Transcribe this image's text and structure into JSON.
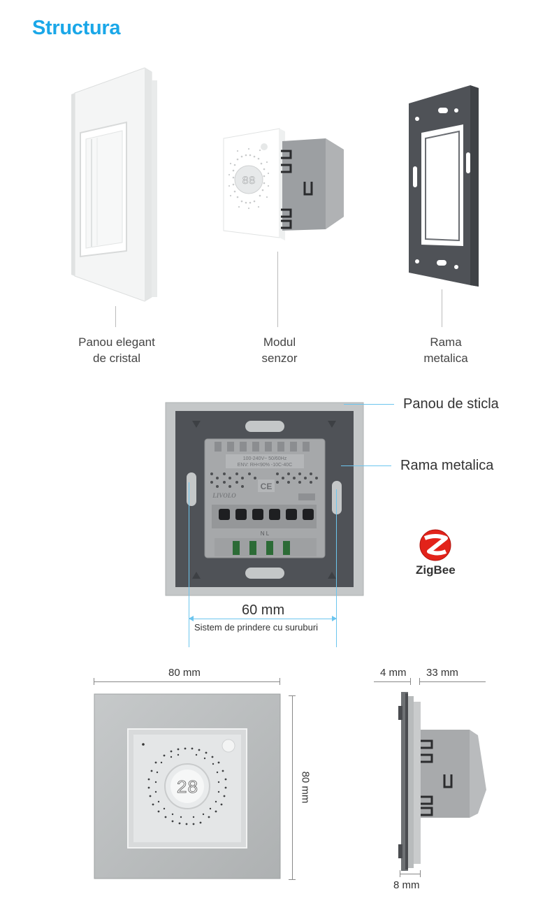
{
  "header": {
    "title": "Structura"
  },
  "structure": {
    "items": [
      {
        "line1": "Panou elegant",
        "line2": "de cristal"
      },
      {
        "line1": "Modul",
        "line2": "senzor"
      },
      {
        "line1": "Rama",
        "line2": "metalica"
      }
    ]
  },
  "back_view": {
    "label_glass": "Panou de sticla",
    "label_frame": "Rama metalica",
    "width_dim": "60 mm",
    "mount_caption": "Sistem de prindere cu suruburi",
    "device_text": {
      "line1": "100-240V~ 50/60Hz",
      "line2": "ENV: RH<90% -10C-40C",
      "brand": "LIVOLO",
      "ce": "CE",
      "terminals": "N    L"
    }
  },
  "logo": {
    "brand": "ZigBee"
  },
  "dimensions": {
    "front_width": "80 mm",
    "front_height": "80 mm",
    "glass_depth": "4 mm",
    "module_depth": "33 mm",
    "side_bottom": "8 mm",
    "display": "28"
  },
  "colors": {
    "accent": "#1aa7e8",
    "glass_white": "#f2f3f3",
    "glass_grey": "#b9bcbd",
    "metal_frame": "#4f5257",
    "module_grey": "#a4a6a8"
  }
}
